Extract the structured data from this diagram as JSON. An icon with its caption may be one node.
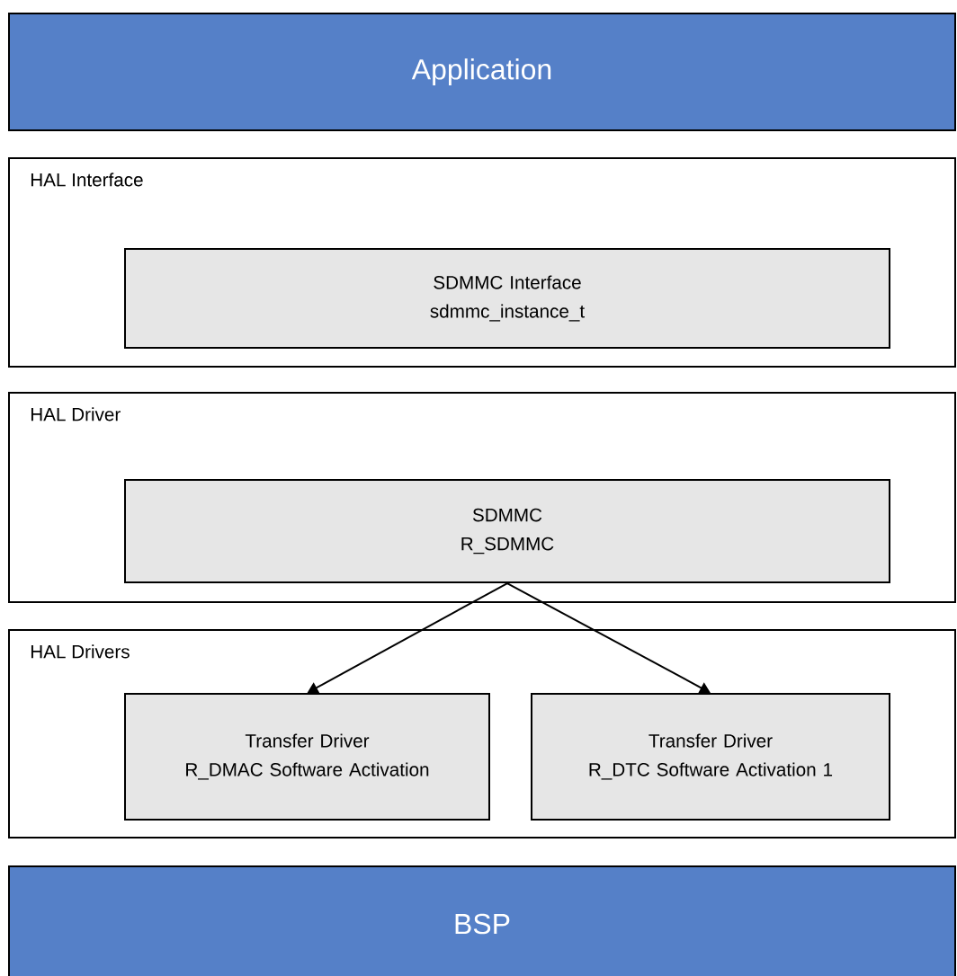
{
  "diagram": {
    "nodes": [
      {
        "text": [
          "Application"
        ]
      },
      {
        "text": [
          "HAL Interface"
        ]
      },
      {
        "text": [
          "SDMMC Interface",
          "sdmmc_instance_t"
        ],
        "in": 1
      },
      {
        "text": [
          "HAL Driver"
        ]
      },
      {
        "text": [
          "SDMMC",
          "R_SDMMC"
        ],
        "in": 3
      },
      {
        "text": [
          "HAL Drivers"
        ]
      },
      {
        "text": [
          "Transfer Driver",
          "R_DMAC Software Activation"
        ],
        "in": 5
      },
      {
        "text": [
          "Transfer Driver",
          "R_DTC Software Activation 1"
        ],
        "in": 5
      },
      {
        "text": [
          "BSP"
        ]
      }
    ],
    "edges": [
      {
        "from": 4,
        "to": 6,
        "arrow": "to"
      },
      {
        "from": 4,
        "to": 7,
        "arrow": "to"
      }
    ]
  }
}
